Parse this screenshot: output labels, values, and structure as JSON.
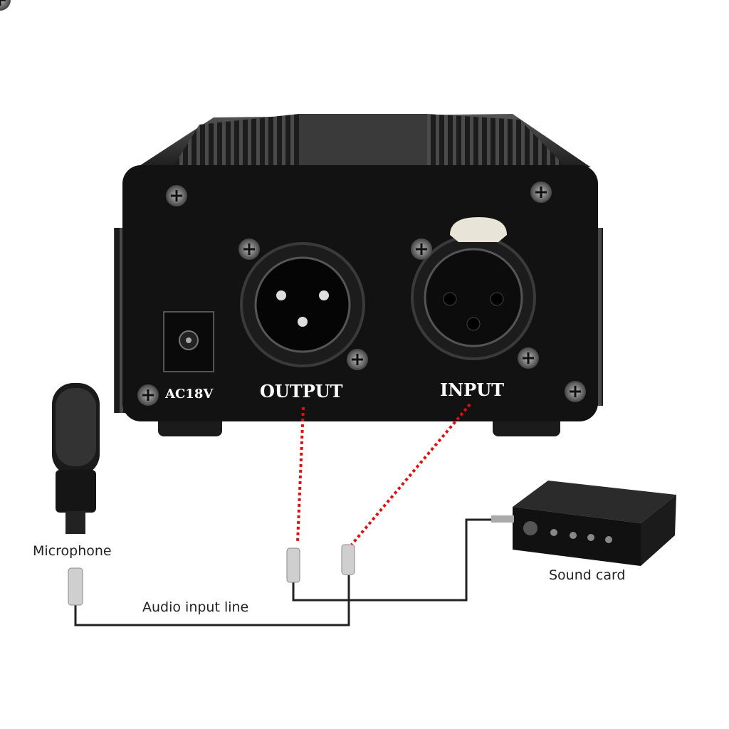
{
  "device": {
    "power_label": "AC18V",
    "output_label": "OUTPUT",
    "input_label": "INPUT"
  },
  "labels": {
    "microphone": "Microphone",
    "sound_card": "Sound card",
    "audio_line": "Audio input line"
  },
  "colors": {
    "body": "#111111",
    "signal_path": "#e01010",
    "cable": "#222222"
  }
}
